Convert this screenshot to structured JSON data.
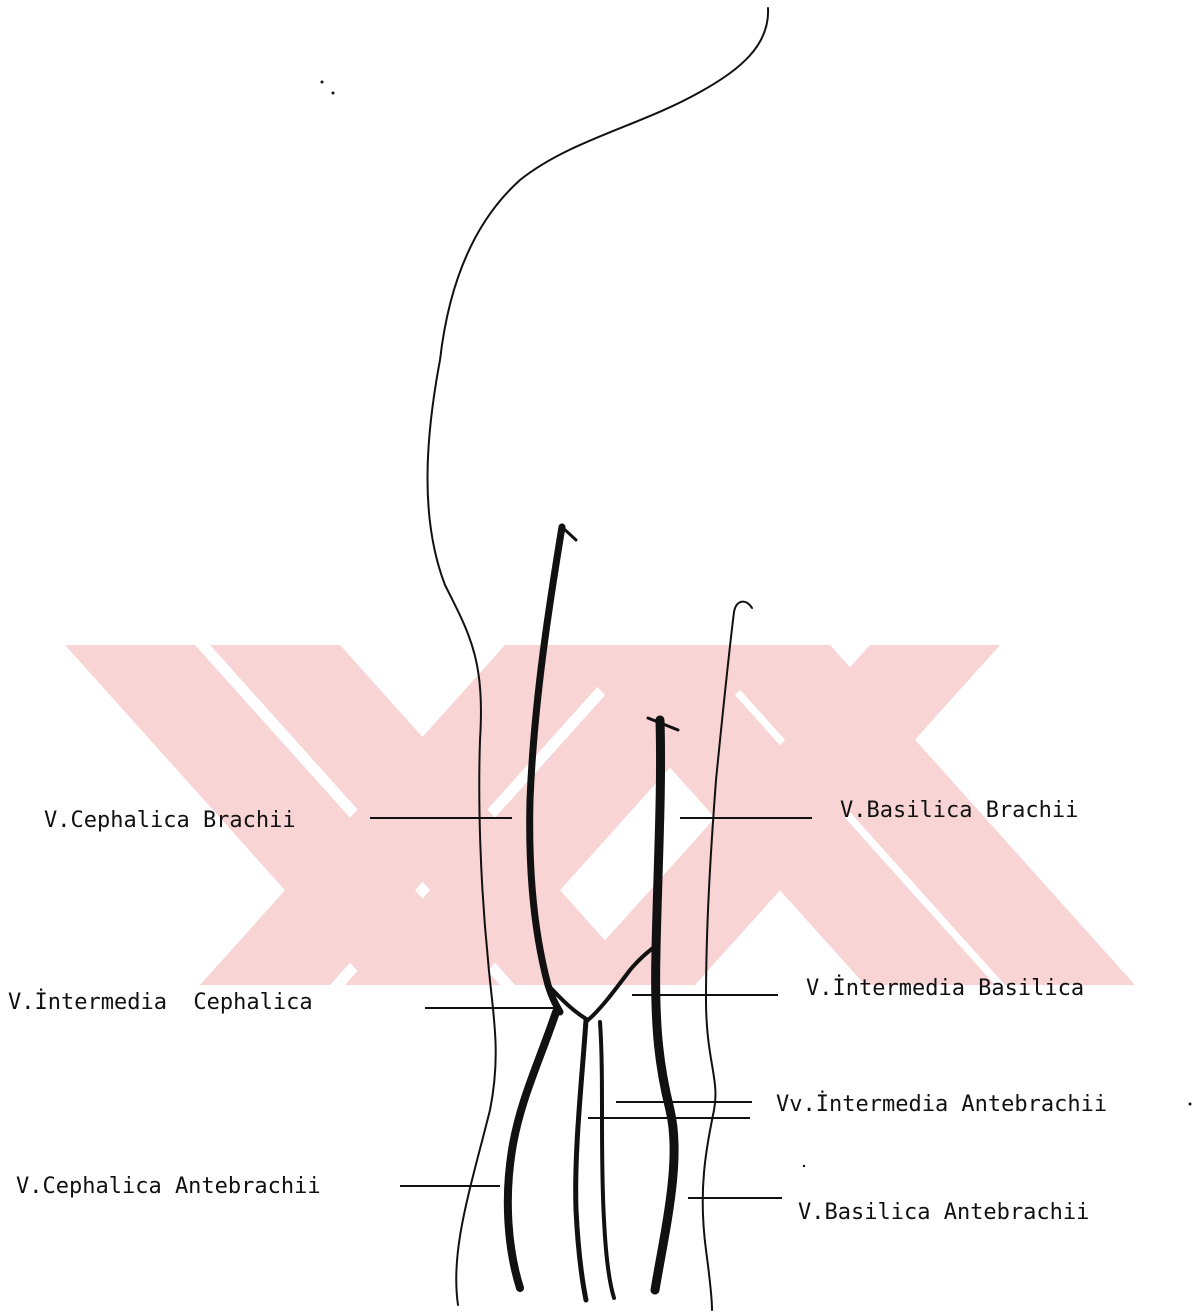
{
  "labels": {
    "cephalica_brachii": "V.Cephalica Brachii",
    "basilica_brachii": "V.Basilica Brachii",
    "intermedia_cephalica": "V.İntermedia  Cephalica",
    "intermedia_basilica": "V.İntermedia Basilica",
    "intermedia_antebrachii": "Vv.İntermedia Antebrachii",
    "cephalica_antebrachii": "V.Cephalica Antebrachii",
    "basilica_antebrachii": "V.Basilica Antebrachii"
  },
  "colors": {
    "ink": "#111111",
    "watermark": "#f9d4d4"
  }
}
